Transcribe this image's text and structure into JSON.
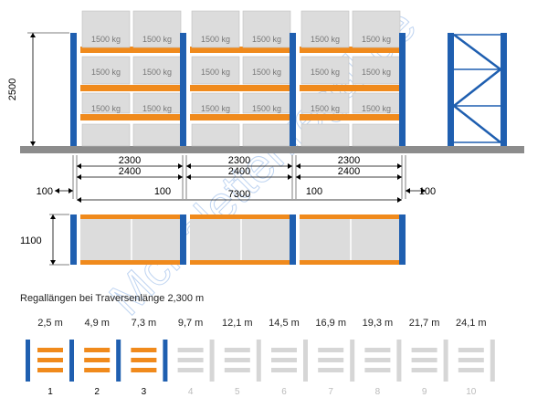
{
  "colors": {
    "upright": "#1f5fb0",
    "beam": "#f08a1c",
    "floor": "#8c8c8c",
    "pallet": "#dcdcdc",
    "dim_line": "#000000",
    "inactive": "#d6d6d6",
    "watermark": "#4a86d8"
  },
  "elevation": {
    "height_label": "2500",
    "pallet_label": "1500 kg",
    "levels": 4,
    "bays": 3
  },
  "dimensions": {
    "beam_length": "2300",
    "bay_width": "2400",
    "end_gap": "100",
    "total_length": "7300"
  },
  "plan": {
    "depth_label": "1100"
  },
  "caption": "Regallängen bei Traversenlänge 2,300 m",
  "lengths": [
    {
      "length": "2,5 m",
      "number": "1",
      "active": true
    },
    {
      "length": "4,9 m",
      "number": "2",
      "active": true
    },
    {
      "length": "7,3 m",
      "number": "3",
      "active": true
    },
    {
      "length": "9,7 m",
      "number": "4",
      "active": false
    },
    {
      "length": "12,1 m",
      "number": "5",
      "active": false
    },
    {
      "length": "14,5 m",
      "number": "6",
      "active": false
    },
    {
      "length": "16,9 m",
      "number": "7",
      "active": false
    },
    {
      "length": "19,3 m",
      "number": "8",
      "active": false
    },
    {
      "length": "21,7 m",
      "number": "9",
      "active": false
    },
    {
      "length": "24,1 m",
      "number": "10",
      "active": false
    }
  ],
  "watermark": "McPalettenregal.de"
}
